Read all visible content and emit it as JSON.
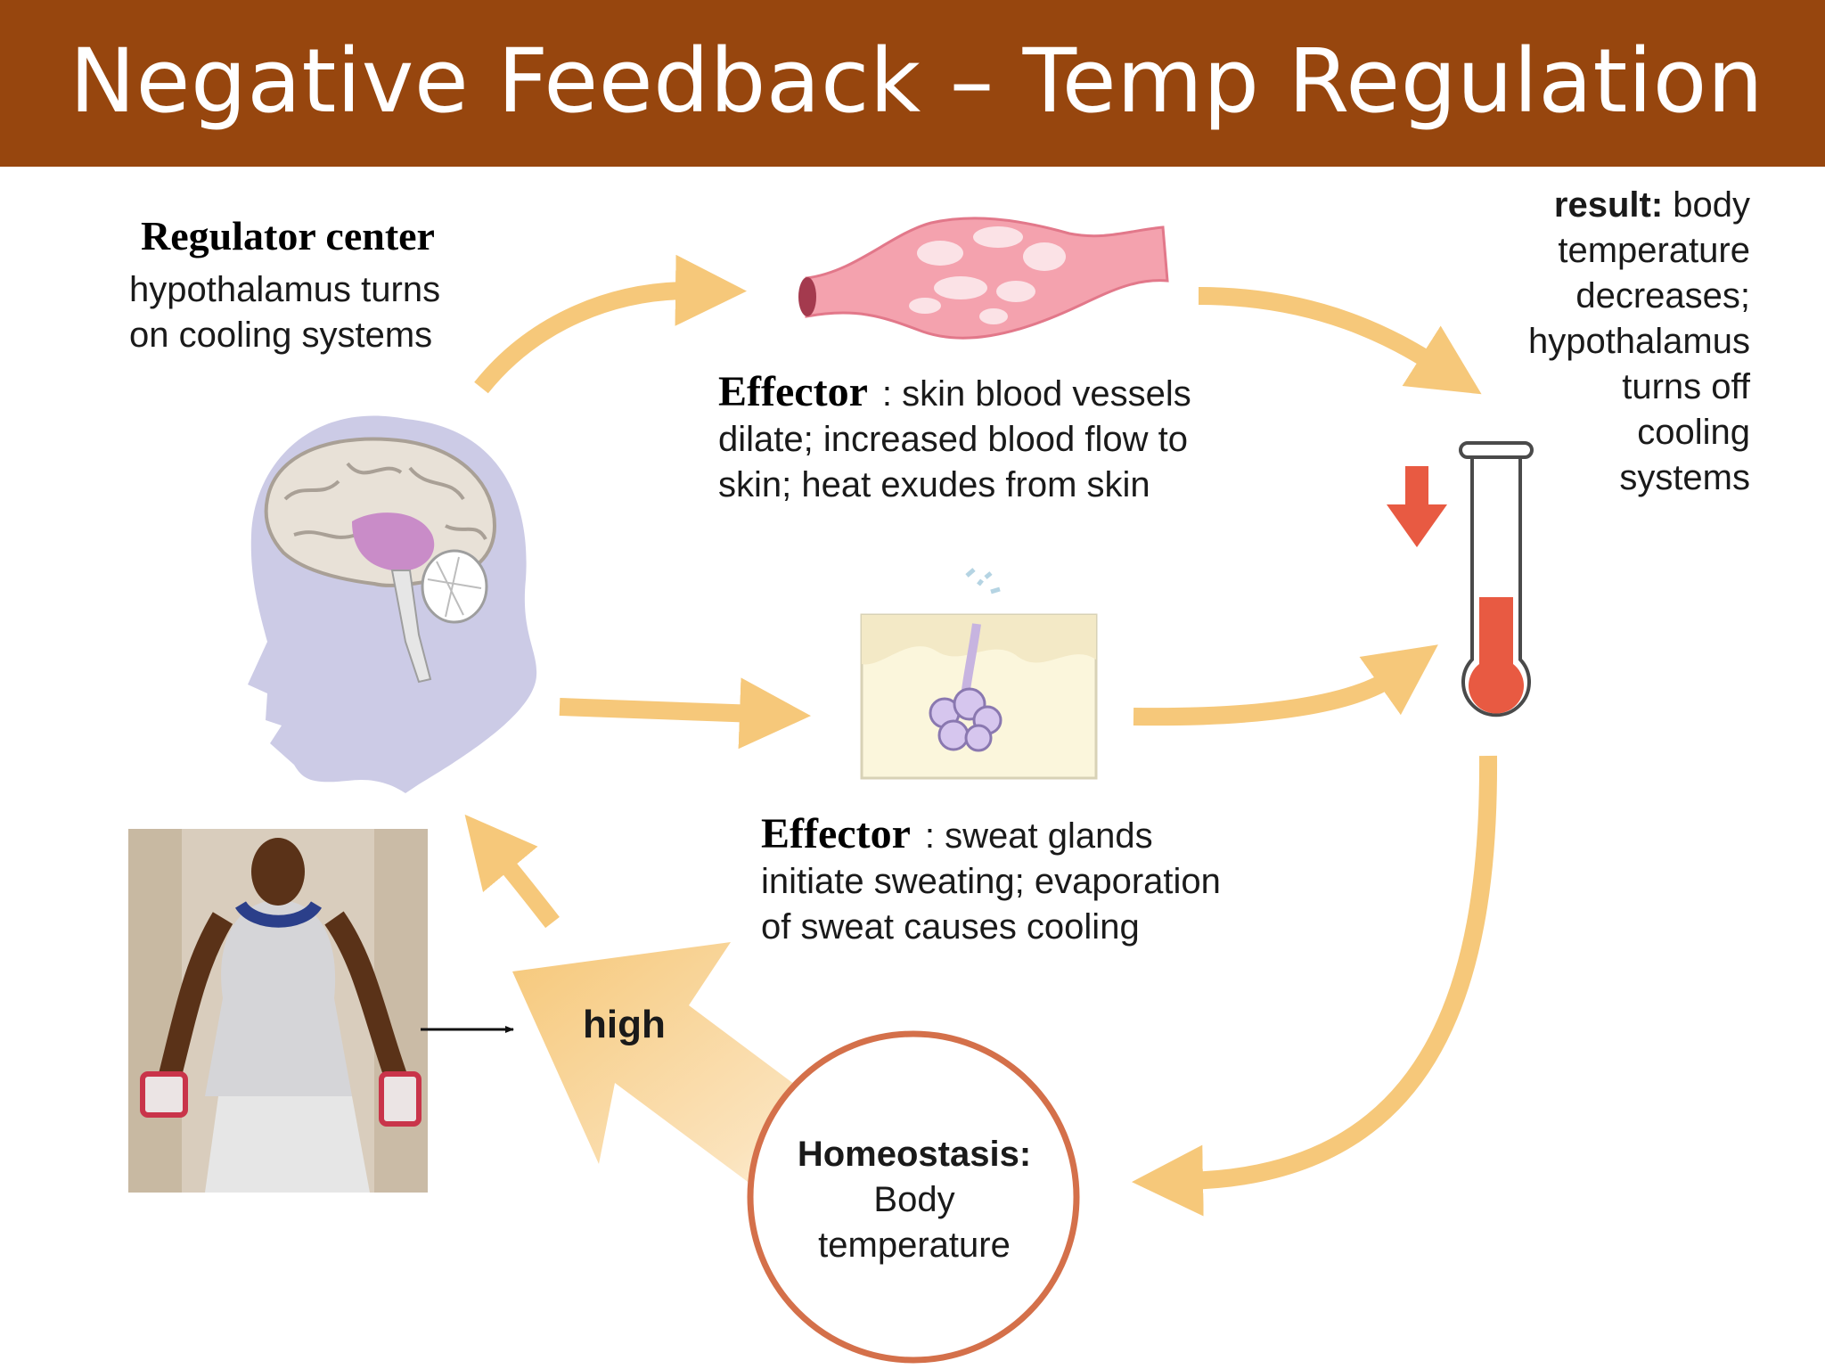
{
  "title": "Negative Feedback – Temp Regulation",
  "regulator": {
    "heading": "Regulator center",
    "lines": [
      "hypothalamus turns",
      "on cooling systems"
    ]
  },
  "effector_vessels": {
    "heading": "Effector",
    "lines": [
      ": skin blood vessels",
      "dilate; increased blood flow to",
      "skin; heat exudes from skin"
    ]
  },
  "effector_sweat": {
    "heading": "Effector",
    "lines": [
      ": sweat glands",
      "initiate sweating; evaporation",
      "of sweat causes cooling"
    ]
  },
  "result": {
    "bold": "result:",
    "lines": [
      " body",
      "temperature",
      "decreases;",
      "hypothalamus",
      "turns off",
      "cooling",
      "systems"
    ]
  },
  "stimulus": {
    "label": "high"
  },
  "homeostasis": {
    "heading": "Homeostasis:",
    "lines": [
      "Body",
      "temperature"
    ]
  },
  "colors": {
    "title_bar": "#97460e",
    "arrow": "#f6c87a",
    "circle": "#d4704a",
    "thermometer_fill": "#e85a42",
    "head": "#cccbe6",
    "vessel": "#f4a2ae"
  },
  "icons": [
    "brain-head-illustration",
    "blood-vessel-illustration",
    "sweat-gland-illustration",
    "thermometer-icon",
    "down-arrow-icon",
    "athlete-photo"
  ]
}
